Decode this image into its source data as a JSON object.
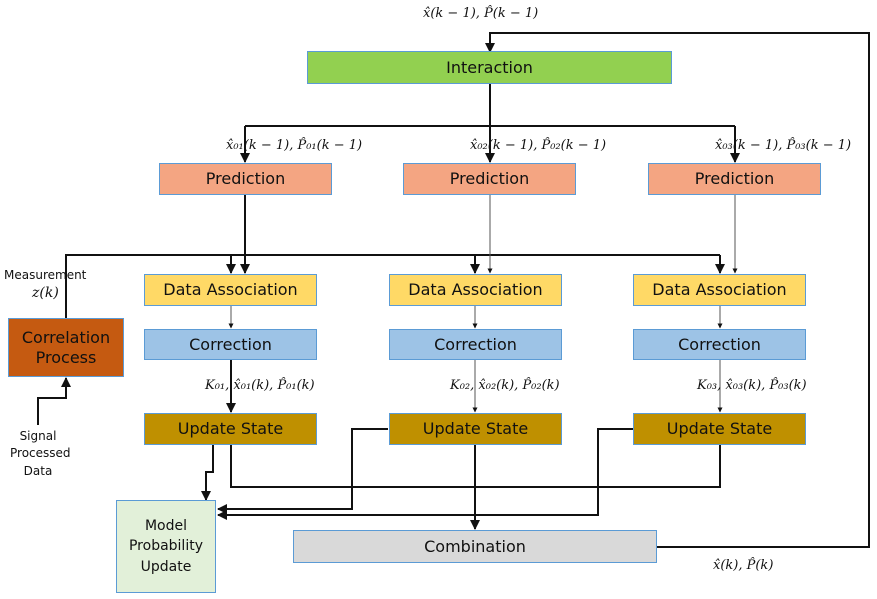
{
  "colors": {
    "interaction": "#92d050",
    "prediction": "#f4a582",
    "data_association": "#ffd966",
    "correction": "#9dc3e6",
    "update_state": "#bf9000",
    "correlation_process": "#c55a11",
    "model_probability_update": "#e2f0d9",
    "combination": "#d9d9d9",
    "box_border": "#5b9bd5",
    "line": "#111111"
  },
  "top_input_label": "x̂(k − 1), P̂(k − 1)",
  "interaction": {
    "label": "Interaction"
  },
  "models": [
    {
      "input_label": "x̂₀₁(k − 1), P̂₀₁(k − 1)",
      "prediction": "Prediction",
      "data_association": "Data Association",
      "correction": "Correction",
      "output_label": "K₀₁, x̂₀₁(k), P̂₀₁(k)",
      "update_state": "Update State"
    },
    {
      "input_label": "x̂₀₂(k − 1), P̂₀₂(k − 1)",
      "prediction": "Prediction",
      "data_association": "Data Association",
      "correction": "Correction",
      "output_label": "K₀₂, x̂₀₂(k), P̂₀₂(k)",
      "update_state": "Update State"
    },
    {
      "input_label": "x̂₀₃(k − 1), P̂₀₃(k − 1)",
      "prediction": "Prediction",
      "data_association": "Data Association",
      "correction": "Correction",
      "output_label": "K₀₃, x̂₀₃(k), P̂₀₃(k)",
      "update_state": "Update State"
    }
  ],
  "measurement": {
    "label": "Measurement",
    "symbol": "z(k)"
  },
  "correlation_process": {
    "line1": "Correlation",
    "line2": "Process"
  },
  "signal_input": {
    "line1": "Signal",
    "line2": "Processed",
    "line3": "Data"
  },
  "model_probability_update": {
    "line1": "Model",
    "line2": "Probability",
    "line3": "Update"
  },
  "combination": {
    "label": "Combination"
  },
  "output_label": "x̂(k), P̂(k)"
}
